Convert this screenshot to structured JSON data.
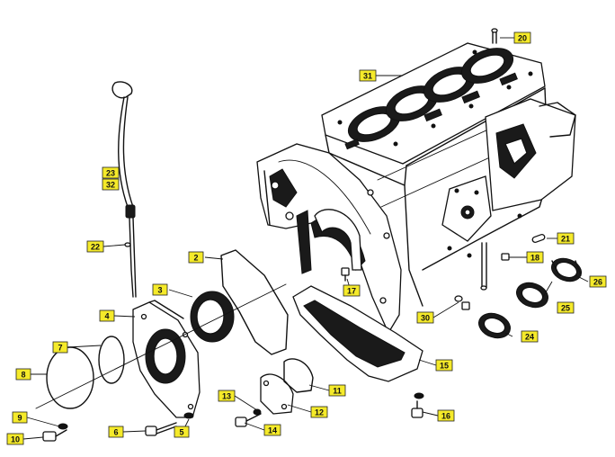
{
  "callouts": [
    {
      "id": "c2",
      "label": "2"
    },
    {
      "id": "c3",
      "label": "3"
    },
    {
      "id": "c4",
      "label": "4"
    },
    {
      "id": "c5",
      "label": "5"
    },
    {
      "id": "c6",
      "label": "6"
    },
    {
      "id": "c7",
      "label": "7"
    },
    {
      "id": "c8",
      "label": "8"
    },
    {
      "id": "c9",
      "label": "9"
    },
    {
      "id": "c10",
      "label": "10"
    },
    {
      "id": "c11",
      "label": "11"
    },
    {
      "id": "c12",
      "label": "12"
    },
    {
      "id": "c13",
      "label": "13"
    },
    {
      "id": "c14",
      "label": "14"
    },
    {
      "id": "c15",
      "label": "15"
    },
    {
      "id": "c16",
      "label": "16"
    },
    {
      "id": "c17",
      "label": "17"
    },
    {
      "id": "c18",
      "label": "18"
    },
    {
      "id": "c20",
      "label": "20"
    },
    {
      "id": "c21",
      "label": "21"
    },
    {
      "id": "c22",
      "label": "22"
    },
    {
      "id": "c23",
      "label": "23"
    },
    {
      "id": "c24",
      "label": "24"
    },
    {
      "id": "c25",
      "label": "25"
    },
    {
      "id": "c26",
      "label": "26"
    },
    {
      "id": "c30",
      "label": "30"
    },
    {
      "id": "c31",
      "label": "31"
    },
    {
      "id": "c32",
      "label": "32"
    }
  ],
  "colors": {
    "callout_fill": "#f5ea2a",
    "ink": "#111111",
    "background": "#ffffff"
  }
}
